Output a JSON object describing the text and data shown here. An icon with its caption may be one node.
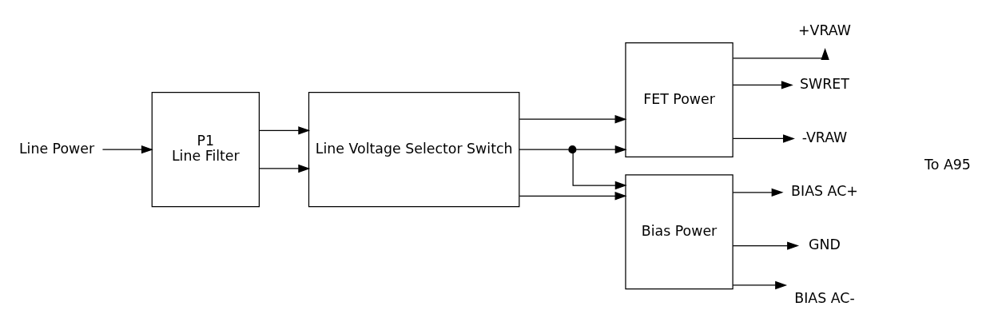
{
  "diagram": {
    "nodes": [
      {
        "text": [
          "Line Power"
        ]
      },
      {
        "text": [
          "P1",
          "Line Filter"
        ]
      },
      {
        "text": [
          "Line Voltage Selector Switch"
        ]
      },
      {
        "text": [
          "FET Power"
        ]
      },
      {
        "text": [
          "Bias Power"
        ]
      },
      {
        "text": [],
        "shape": "circle"
      },
      {
        "text": [
          "+VRAW"
        ]
      },
      {
        "text": [
          "SWRET"
        ]
      },
      {
        "text": [
          "-VRAW"
        ]
      },
      {
        "text": [
          "BIAS AC+"
        ]
      },
      {
        "text": [
          "GND"
        ]
      },
      {
        "text": [
          "BIAS AC-"
        ]
      }
    ],
    "edges": [
      {
        "from": 0,
        "to": 1,
        "arrow": "to"
      },
      {
        "from": 1,
        "to": 2,
        "arrow": "to"
      },
      {
        "from": 1,
        "to": 2,
        "arrow": "to"
      },
      {
        "from": 2,
        "to": 3,
        "arrow": "to"
      },
      {
        "from": 2,
        "to": 5,
        "arrow": "none"
      },
      {
        "from": 5,
        "to": 3,
        "arrow": "to"
      },
      {
        "from": 5,
        "to": 4,
        "arrow": "to"
      },
      {
        "from": 2,
        "to": 4,
        "arrow": "to"
      },
      {
        "from": 3,
        "to": 6,
        "arrow": "to"
      },
      {
        "from": 3,
        "to": 7,
        "arrow": "to"
      },
      {
        "from": 3,
        "to": 8,
        "arrow": "to"
      },
      {
        "from": 4,
        "to": 9,
        "arrow": "to"
      },
      {
        "from": 4,
        "to": 10,
        "arrow": "to"
      },
      {
        "from": 4,
        "to": 11,
        "arrow": "to"
      }
    ],
    "labels": [
      "To A95"
    ]
  }
}
